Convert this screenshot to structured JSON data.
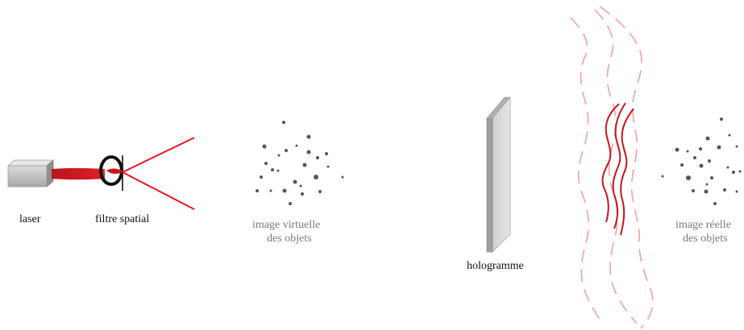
{
  "labels": {
    "laser": "laser",
    "filter": "filtre spatial",
    "virtual_line1": "image virtuelle",
    "virtual_line2": "des objets",
    "hologram": "hologramme",
    "real_line1": "image réelle",
    "real_line2": "des objets"
  },
  "colors": {
    "beam_red": "#e8141e",
    "wave_dashed": "#f4a19b",
    "wave_solid": "#c8141e",
    "dots": "#555555",
    "label_dark": "#111111",
    "label_grey": "#7a7a7a",
    "laser_body": "#c8c8c8",
    "filter_ring": "#111111",
    "hologram_plate": "#e0e0e0"
  },
  "icons": [
    "laser-box-icon",
    "spatial-filter-icon",
    "hologram-plate-icon"
  ]
}
